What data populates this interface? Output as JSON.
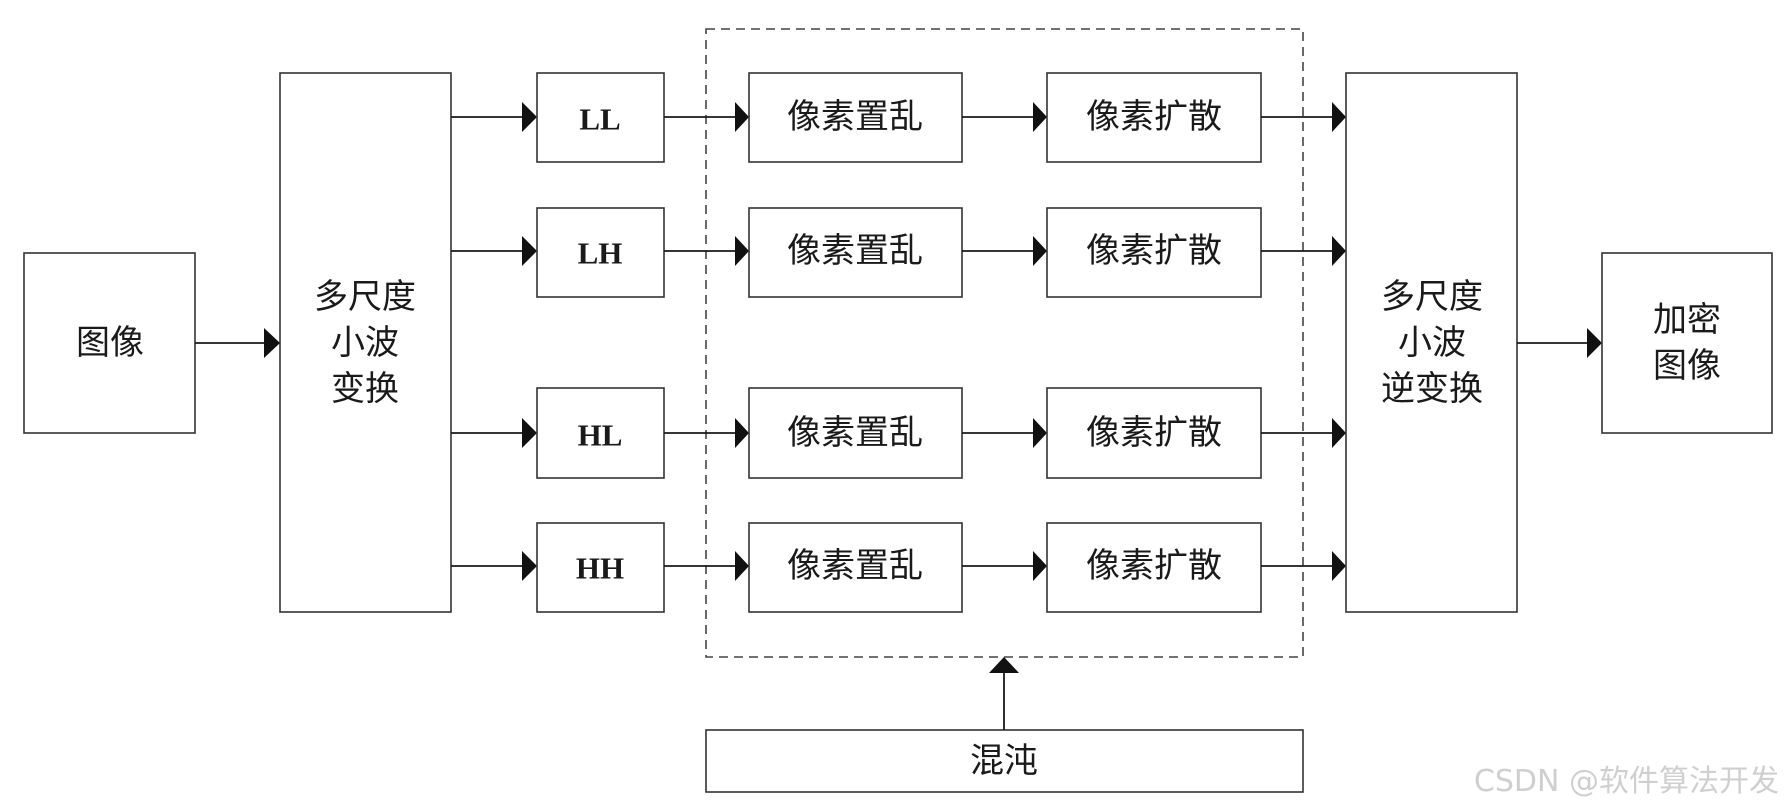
{
  "input_label": "图像",
  "dwt_label": [
    "多尺度",
    "小波",
    "变换"
  ],
  "idwt_label": [
    "多尺度",
    "小波",
    "逆变换"
  ],
  "output_label": [
    "加密",
    "图像"
  ],
  "bands": [
    {
      "name": "LL",
      "scramble": "像素置乱",
      "diffuse": "像素扩散"
    },
    {
      "name": "LH",
      "scramble": "像素置乱",
      "diffuse": "像素扩散"
    },
    {
      "name": "HL",
      "scramble": "像素置乱",
      "diffuse": "像素扩散"
    },
    {
      "name": "HH",
      "scramble": "像素置乱",
      "diffuse": "像素扩散"
    }
  ],
  "chaos_label": "混沌",
  "watermark": "CSDN @软件算法开发"
}
